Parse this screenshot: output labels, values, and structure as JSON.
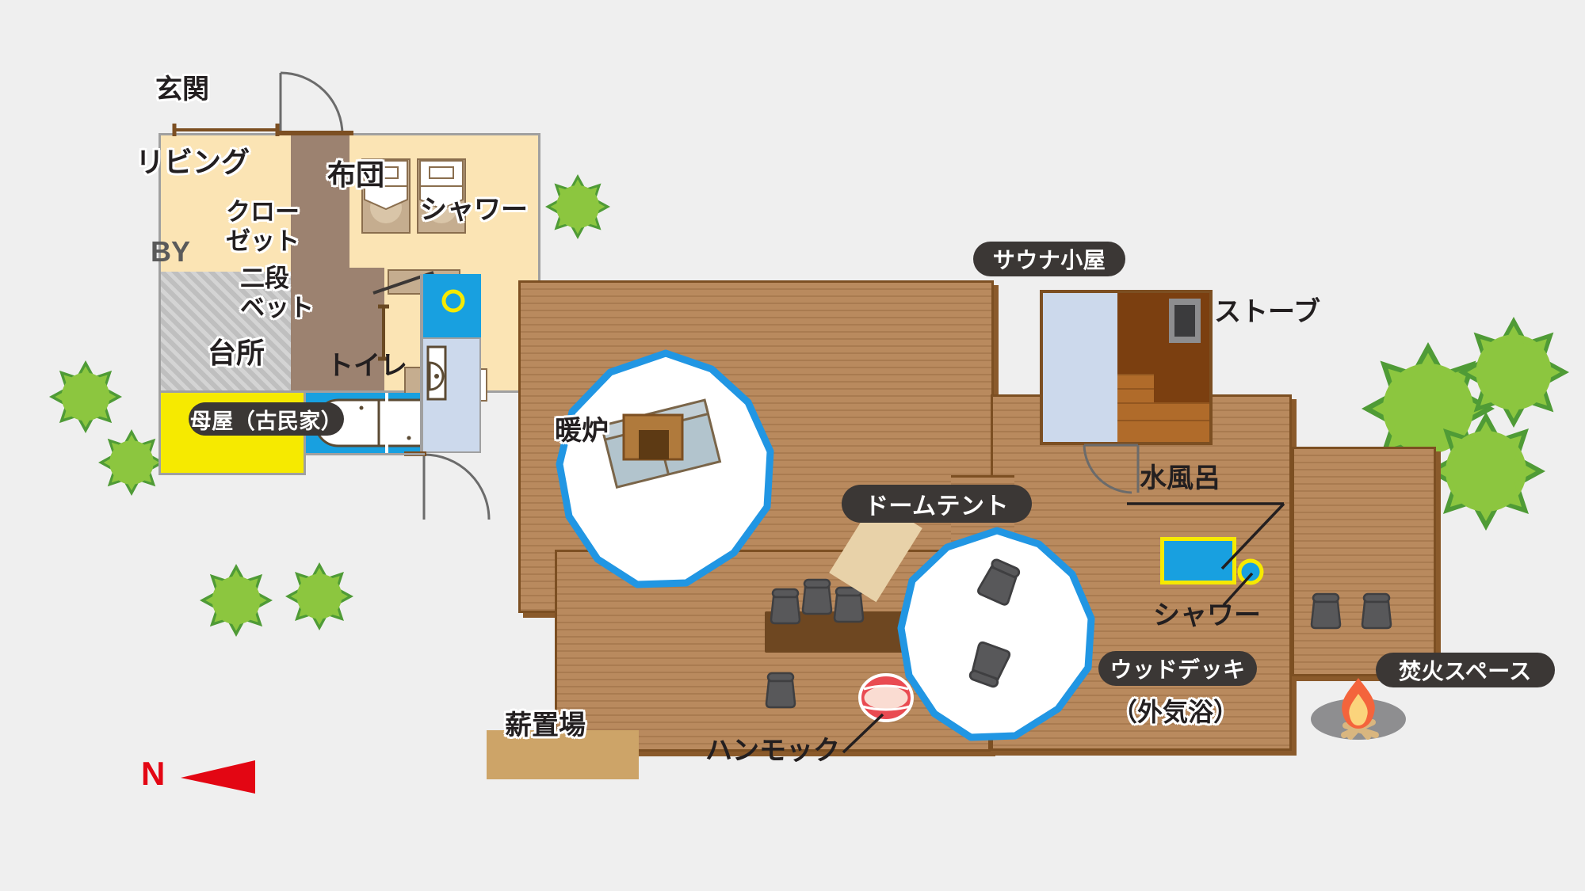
{
  "map": {
    "title_visible": false,
    "background_color": "#efefef",
    "compass": {
      "letter": "N",
      "color": "#e30613",
      "direction": "left"
    }
  },
  "pill_labels": [
    {
      "id": "main-house",
      "text": "母屋（古民家）"
    },
    {
      "id": "sauna-hut",
      "text": "サウナ小屋"
    },
    {
      "id": "dome-tent",
      "text": "ドームテント"
    },
    {
      "id": "wood-deck",
      "text": "ウッドデッキ"
    },
    {
      "id": "bonfire",
      "text": "焚火スペース"
    }
  ],
  "wood_deck_sub": "（外気浴）",
  "house": {
    "rooms": [
      {
        "id": "living",
        "label": "リビング",
        "color": "#fbe4b4"
      },
      {
        "id": "by",
        "label": "BY",
        "color": "#cfcfcf"
      },
      {
        "id": "kitchen",
        "label": "台所",
        "color": "#f6ea00"
      },
      {
        "id": "closet",
        "label": "クロー\nゼット",
        "color": "#9c8270"
      },
      {
        "id": "bunkbed",
        "label": "二段\nベット",
        "color": "#9c8270"
      },
      {
        "id": "futon",
        "label": "布団",
        "color": "#fbe4b4"
      }
    ],
    "callouts": [
      {
        "id": "entrance",
        "label": "玄関"
      },
      {
        "id": "shower",
        "label": "シャワー"
      },
      {
        "id": "toilet",
        "label": "トイレ"
      }
    ]
  },
  "sauna": {
    "label": "サウナ小屋",
    "stove_label": "ストーブ",
    "colors": {
      "changing_room": "#ccd9ec",
      "hot_room": "#7b3f10",
      "bench": "#b06b2a"
    }
  },
  "deck_area": {
    "fireplace_label": "暖炉",
    "hammock_label": "ハンモック",
    "cold_bath_label": "水風呂",
    "shower_label": "シャワー",
    "wood_deck_label": "ウッドデッキ",
    "wood_deck_sublabel": "（外気浴）",
    "bonfire_label": "焚火スペース"
  },
  "firewood": {
    "label": "薪置場",
    "color": "#cda468"
  },
  "colors": {
    "deck_wood": "#b98a5e",
    "deck_border": "#7c4f22",
    "tent_outline": "#2196e3",
    "water": "#18a0e0",
    "water_highlight": "#f6ea00",
    "pill_bg": "#3b3735",
    "compass_red": "#e30613",
    "tree_light": "#8cc63f",
    "tree_dark": "#4f9b36"
  },
  "icons": {
    "compass": "north-arrow-icon",
    "bonfire": "campfire-icon",
    "hammock": "hammock-icon",
    "stove": "sauna-stove-icon",
    "chair": "chair-icon",
    "sofa": "sofa-icon",
    "bathtub": "bathtub-icon",
    "toilet": "toilet-icon",
    "shower_head": "shower-head-icon",
    "futon": "futon-icon",
    "bunkbed": "bunk-bed-icon",
    "door_swing": "door-swing-icon",
    "tree": "tree-icon"
  }
}
